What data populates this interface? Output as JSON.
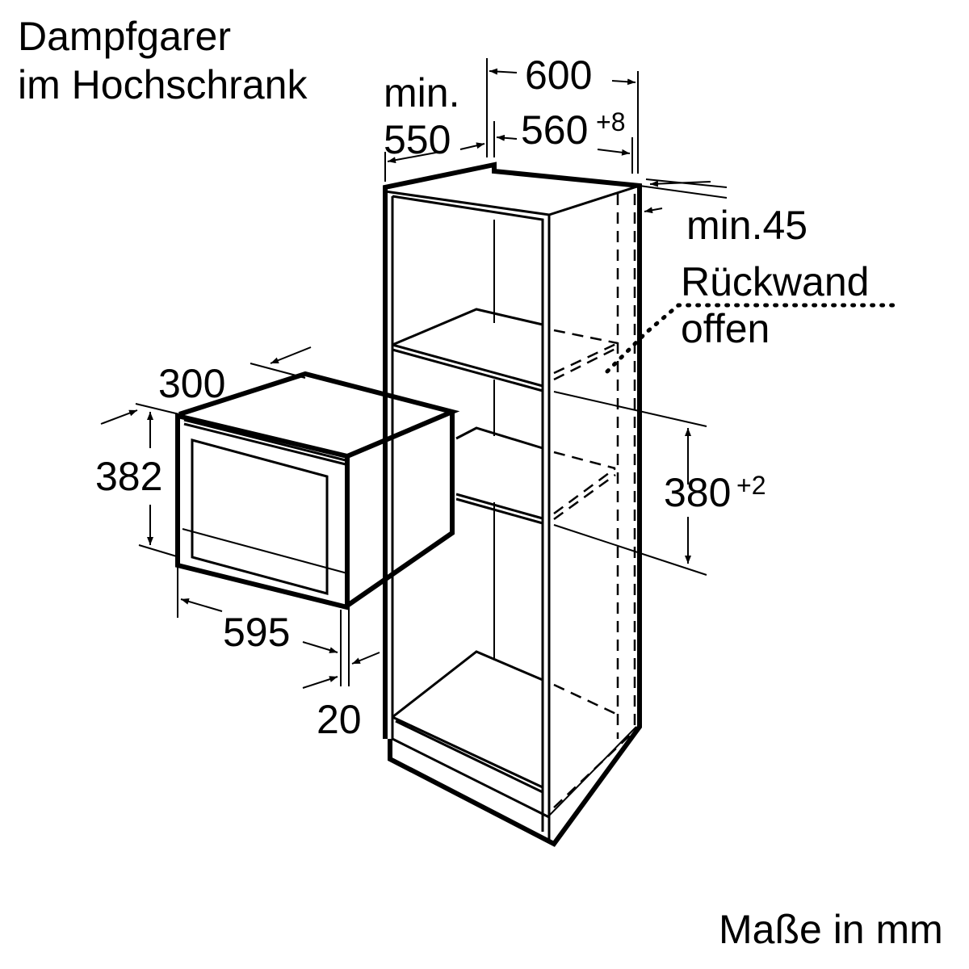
{
  "title": [
    "Dampfgarer",
    "im Hochschrank"
  ],
  "dimensions": {
    "cabinet_width": "600",
    "min_label": "min.",
    "min_depth": "550",
    "niche_width": "560",
    "niche_width_tol": "+8",
    "ventilation_gap": "min.45",
    "back_wall_label": [
      "Rückwand",
      "offen"
    ],
    "niche_height": "380",
    "niche_height_tol": "+2",
    "appliance_depth": "300",
    "appliance_height": "382",
    "appliance_width": "595",
    "front_depth": "20"
  },
  "units_note": "Maße in mm"
}
